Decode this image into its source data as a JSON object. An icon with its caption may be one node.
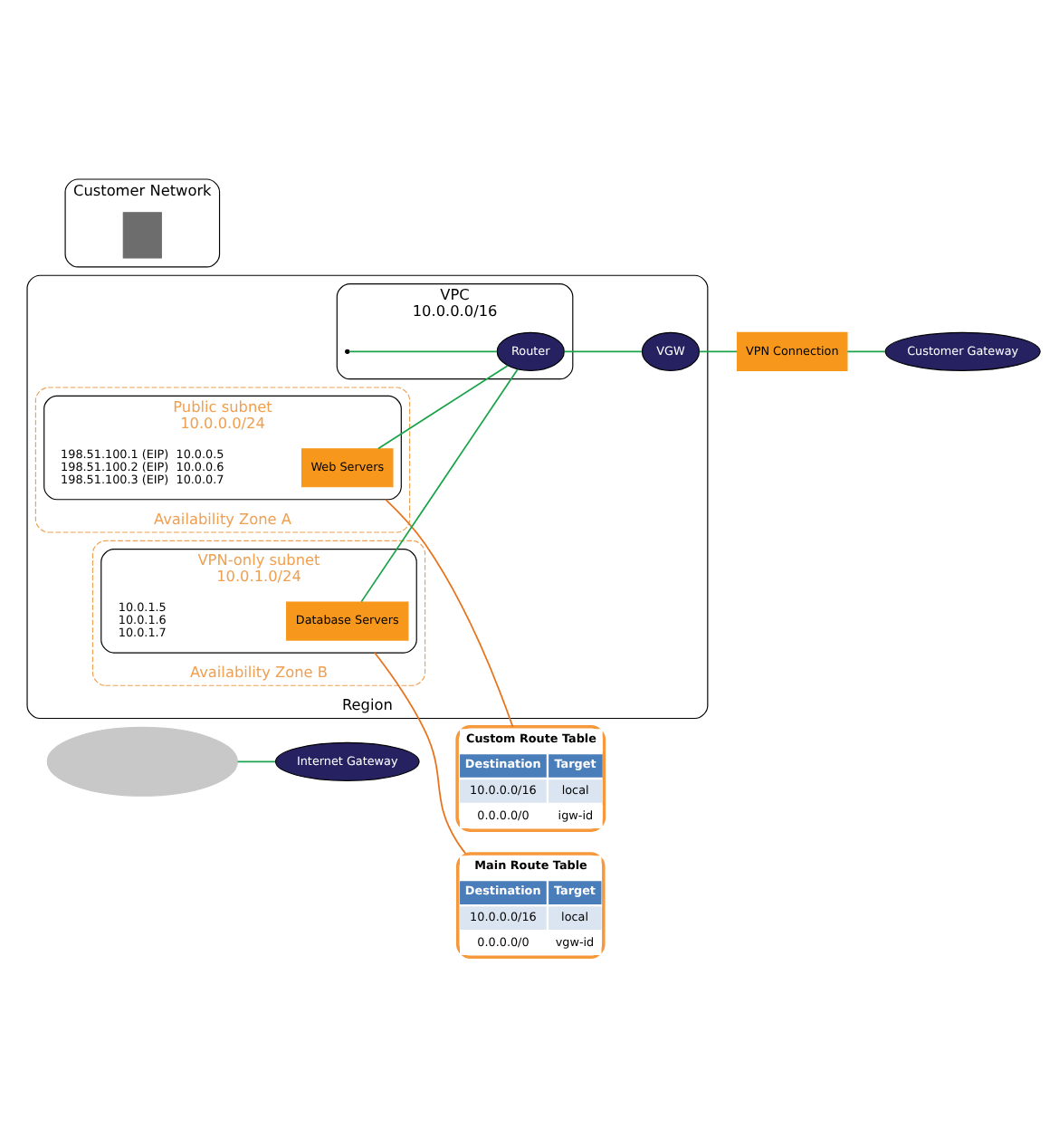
{
  "diagram": {
    "nodes": [
      {
        "text": [],
        "shape": "cloud"
      },
      {
        "text": [
          "Region"
        ]
      },
      {
        "text": [
          "Internet Gateway"
        ]
      },
      {
        "text": [
          "VPC",
          "10.0.0.0/16"
        ],
        "in": 1
      },
      {
        "text": [
          "Availability Zone A"
        ],
        "in": 1
      },
      {
        "text": [
          "Public subnet",
          "10.0.0.0/24"
        ],
        "in": 4
      },
      {
        "text": [
          "Web Servers"
        ],
        "in": 5,
        "beside": [
          "198.51.100.1 (EIP)  10.0.0.5",
          "198.51.100.2 (EIP)  10.0.0.6",
          "198.51.100.3 (EIP)  10.0.0.7"
        ]
      },
      {
        "text": [
          "Router"
        ],
        "in": 3
      },
      {
        "text": [
          "VGW"
        ],
        "in": 1
      },
      {
        "text": [
          "Availability Zone B"
        ],
        "in": 1
      },
      {
        "text": [
          "VPN-only subnet",
          "10.0.1.0/24"
        ],
        "in": 9
      },
      {
        "text": [
          "Database Servers"
        ],
        "in": 10,
        "beside": [
          "10.0.1.5",
          "10.0.1.6",
          "10.0.1.7"
        ]
      },
      {
        "text": [
          "Custom Route Table",
          "Destination",
          "Target",
          "10.0.0.0/16",
          "local",
          "0.0.0.0/0",
          "igw-id"
        ]
      },
      {
        "text": [
          "VPN Connection"
        ]
      },
      {
        "text": [
          "Customer Network"
        ]
      },
      {
        "text": [
          "Customer Gateway"
        ]
      },
      {
        "text": [],
        "shape": "box",
        "in": 14
      },
      {
        "text": [
          "Main Route Table",
          "Destination",
          "Target",
          "10.0.0.0/16",
          "local",
          "0.0.0.0/0",
          "vgw-id"
        ]
      }
    ],
    "edges": [
      {
        "from": 0,
        "to": 2,
        "arrow": "none"
      },
      {
        "from": 3,
        "to": 7,
        "arrow": "none"
      },
      {
        "from": 6,
        "to": 7,
        "arrow": "none"
      },
      {
        "from": 11,
        "to": 7,
        "arrow": "none"
      },
      {
        "from": 7,
        "to": 8,
        "arrow": "none"
      },
      {
        "from": 8,
        "to": 13,
        "arrow": "none"
      },
      {
        "from": 13,
        "to": 15,
        "arrow": "none"
      },
      {
        "from": 5,
        "to": 12,
        "arrow": "none",
        "color": "#e8731a"
      },
      {
        "from": 10,
        "to": 17,
        "arrow": "none",
        "color": "#e8731a"
      }
    ]
  }
}
